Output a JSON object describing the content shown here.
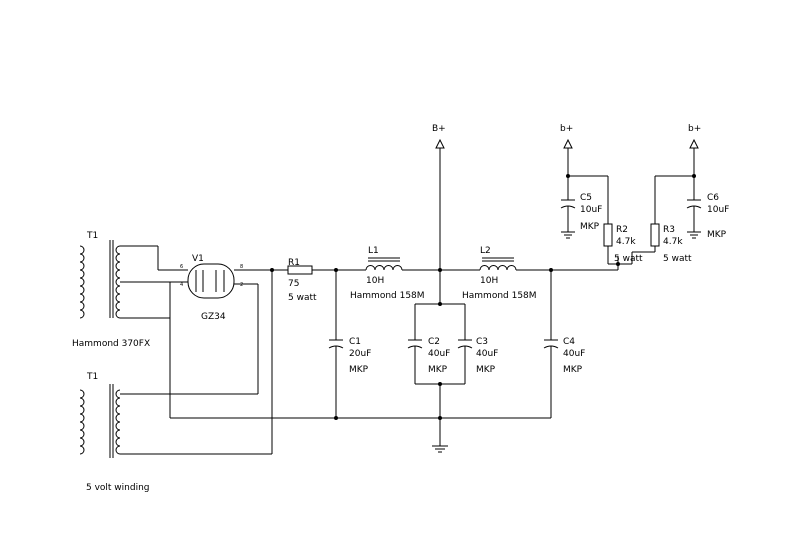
{
  "colors": {
    "wire": "#000000",
    "background": "#ffffff"
  },
  "transformers": [
    {
      "ref": "T1",
      "label": "Hammond 370FX"
    },
    {
      "ref": "T1",
      "label": "5 volt winding"
    }
  ],
  "tube": {
    "ref": "V1",
    "type": "GZ34",
    "pins": [
      "6",
      "4",
      "8",
      "2"
    ]
  },
  "resistors": [
    {
      "ref": "R1",
      "value": "75",
      "rating": "5 watt"
    },
    {
      "ref": "R2",
      "value": "4.7k",
      "rating": "5 watt"
    },
    {
      "ref": "R3",
      "value": "4.7k",
      "rating": "5 watt"
    }
  ],
  "inductors": [
    {
      "ref": "L1",
      "value": "10H",
      "part": "Hammond 158M"
    },
    {
      "ref": "L2",
      "value": "10H",
      "part": "Hammond 158M"
    }
  ],
  "capacitors": [
    {
      "ref": "C1",
      "value": "20uF",
      "type": "MKP"
    },
    {
      "ref": "C2",
      "value": "40uF",
      "type": "MKP"
    },
    {
      "ref": "C3",
      "value": "40uF",
      "type": "MKP"
    },
    {
      "ref": "C4",
      "value": "40uF",
      "type": "MKP"
    },
    {
      "ref": "C5",
      "value": "10uF",
      "type": "MKP"
    },
    {
      "ref": "C6",
      "value": "10uF",
      "type": "MKP"
    }
  ],
  "supplies": [
    "B+",
    "b+",
    "b+"
  ],
  "icons": [
    "supply-arrow-icon",
    "ground-icon"
  ]
}
